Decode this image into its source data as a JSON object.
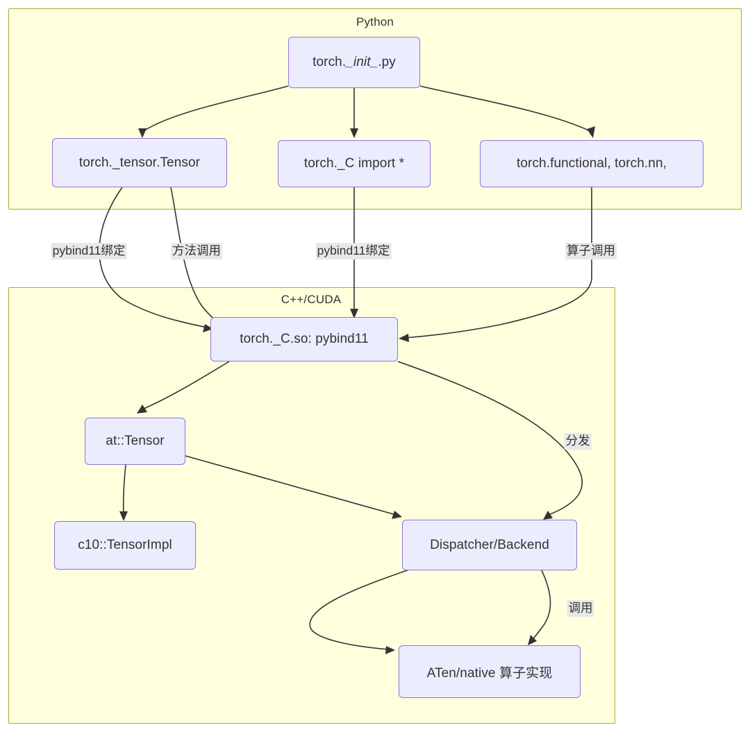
{
  "diagram": {
    "type": "flowchart",
    "direction": "top-down",
    "title_visible": false,
    "colors": {
      "cluster_fill": "#ffffde",
      "cluster_stroke": "#aaaa33",
      "node_fill": "#ececff",
      "node_stroke": "#9370db",
      "text": "#333333",
      "edge_stroke": "#333333",
      "edge_label_bg": "#e8e8e8",
      "page_bg": "#ffffff"
    }
  },
  "clusters": [
    {
      "id": "python",
      "title": "Python"
    },
    {
      "id": "cppcuda",
      "title": "C++/CUDA"
    }
  ],
  "nodes": [
    {
      "id": "init",
      "label_pre": "torch.",
      "label_italic": "_init_",
      "label_post": ".py",
      "cluster": "python"
    },
    {
      "id": "tensor_py",
      "label": "torch._tensor.Tensor",
      "cluster": "python"
    },
    {
      "id": "c_import",
      "label": "torch._C import *",
      "cluster": "python"
    },
    {
      "id": "functional",
      "label": "torch.functional, torch.nn,",
      "cluster": "python"
    },
    {
      "id": "pybind_so",
      "label": "torch._C.so: pybind11",
      "cluster": "cppcuda"
    },
    {
      "id": "at_tensor",
      "label": "at::Tensor",
      "cluster": "cppcuda"
    },
    {
      "id": "tensor_impl",
      "label": "c10::TensorImpl",
      "cluster": "cppcuda"
    },
    {
      "id": "dispatcher",
      "label": "Dispatcher/Backend",
      "cluster": "cppcuda"
    },
    {
      "id": "aten",
      "label": "ATen/native 算子实现",
      "cluster": "cppcuda"
    }
  ],
  "edges": [
    {
      "from": "init",
      "to": "tensor_py",
      "label": ""
    },
    {
      "from": "init",
      "to": "c_import",
      "label": ""
    },
    {
      "from": "init",
      "to": "functional",
      "label": ""
    },
    {
      "from": "tensor_py",
      "to": "pybind_so",
      "label": "pybind11绑定"
    },
    {
      "from": "tensor_py",
      "to": "pybind_so",
      "label": "方法调用"
    },
    {
      "from": "c_import",
      "to": "pybind_so",
      "label": "pybind11绑定"
    },
    {
      "from": "functional",
      "to": "pybind_so",
      "label": "算子调用"
    },
    {
      "from": "pybind_so",
      "to": "at_tensor",
      "label": ""
    },
    {
      "from": "pybind_so",
      "to": "dispatcher",
      "label": "分发"
    },
    {
      "from": "at_tensor",
      "to": "tensor_impl",
      "label": ""
    },
    {
      "from": "at_tensor",
      "to": "dispatcher",
      "label": ""
    },
    {
      "from": "dispatcher",
      "to": "aten",
      "label": ""
    },
    {
      "from": "dispatcher",
      "to": "aten",
      "label": "调用"
    }
  ],
  "edge_labels": [
    {
      "id": "lbl_pybind_a",
      "text": "pybind11绑定"
    },
    {
      "id": "lbl_method",
      "text": "方法调用"
    },
    {
      "id": "lbl_pybind_b",
      "text": "pybind11绑定"
    },
    {
      "id": "lbl_op_call",
      "text": "算子调用"
    },
    {
      "id": "lbl_dispatch",
      "text": "分发"
    },
    {
      "id": "lbl_invoke",
      "text": "调用"
    }
  ]
}
